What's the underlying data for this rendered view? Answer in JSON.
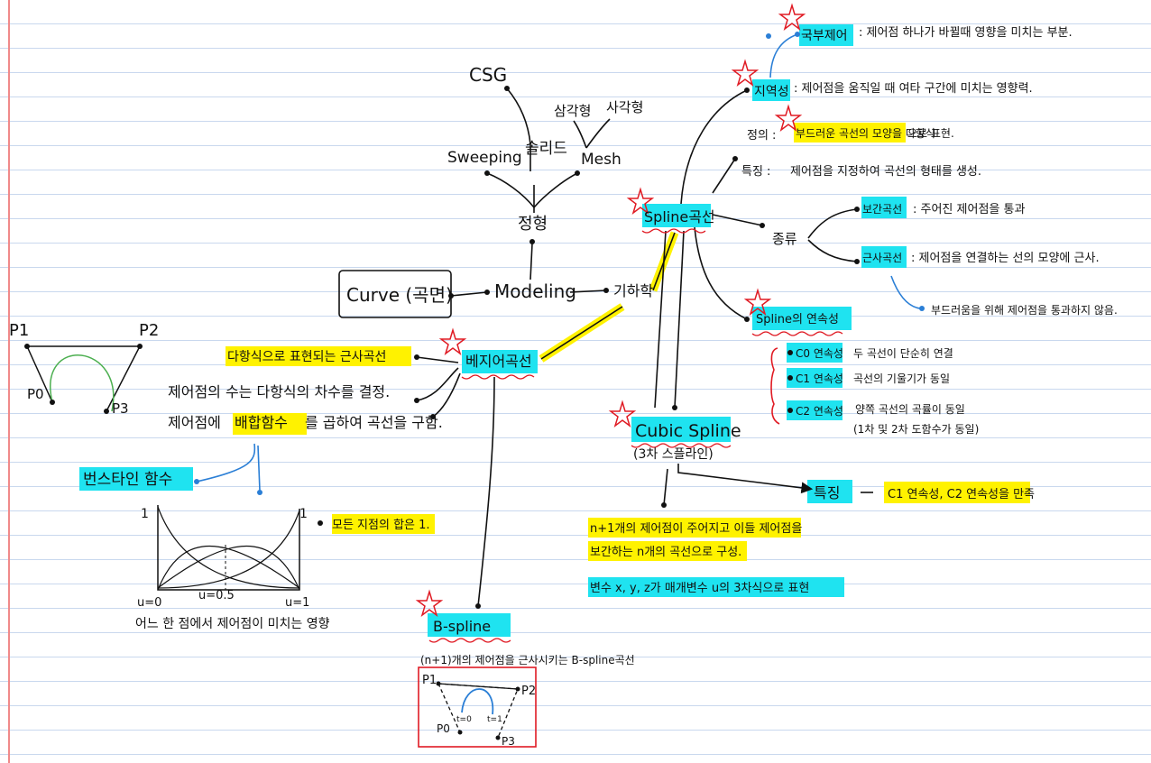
{
  "colors": {
    "ink": "#111111",
    "highlight_cyan": "#1fe3f0",
    "highlight_yellow": "#fff200",
    "star_red": "#e01b24",
    "arrow_blue": "#2b7fd6",
    "box_red": "#e01b24",
    "curve_green": "#4caf50",
    "margin_red": "#f08a8a",
    "rule_blue": "#c9d8ee"
  },
  "center": {
    "modeling": "Modeling",
    "geometry": "기하학"
  },
  "left": {
    "curve_box": "Curve (곡면)",
    "solid": "정형",
    "sweeping": "Sweeping",
    "solid_sub": "솔리드",
    "mesh": "Mesh",
    "csg": "CSG",
    "triangle": "삼각형",
    "quad": "사각형"
  },
  "bezier": {
    "title": "베지어곡선",
    "desc1": "다항식으로 표현되는 근사곡선",
    "desc2": "제어점의 수는 다항식의 차수를 결정.",
    "desc3_pre": "제어점에",
    "desc3_hl": "배합함수",
    "desc3_post": "를 곱하여 곡선을 구함.",
    "bernstein": "번스타인 함수",
    "blend_note": "모든 지점의 합은 1.",
    "graph_caption": "어느 한 점에서 제어점이 미치는 영향",
    "u0": "u=0",
    "u05": "u=0.5",
    "u1": "u=1",
    "y_top_left": "1",
    "y_top_right": "1",
    "p0": "P0",
    "p1": "P1",
    "p2": "P2",
    "p3": "P3"
  },
  "spline": {
    "title": "Spline곡선",
    "local_control": "국부제어",
    "local_control_desc": ": 제어점 하나가 바뀔때 영향을 미치는 부분.",
    "locality": "지역성",
    "locality_desc": ": 제어점을 움직일 때 여타 구간에 미치는 영향력.",
    "def_label": "정의 :",
    "def_hl": "부드러운 곡선의 모양을 다항식",
    "def_post": "으로 표현.",
    "feature_label": "특징 :",
    "feature_desc": "제어점을 지정하여 곡선의 형태를 생성.",
    "kinds": "종류",
    "interp": "보간곡선",
    "interp_desc": ": 주어진 제어점을 통과",
    "approx": "근사곡선",
    "approx_desc": ": 제어점을 연결하는 선의 모양에 근사.",
    "approx_note": "부드러움을 위해 제어점을 통과하지 않음.",
    "continuity": "Spline의 연속성",
    "c0": "C0 연속성",
    "c0_desc": "두 곡선이 단순히 연결",
    "c1": "C1 연속성",
    "c1_desc": "곡선의 기울기가 동일",
    "c2": "C2 연속성",
    "c2_desc": "양쪽 곡선의 곡률이 동일",
    "c2_desc2": "(1차 및 2차 도함수가 동일)"
  },
  "cubic": {
    "title": "Cubic Spline",
    "subtitle": "(3차 스플라인)",
    "feature": "특징",
    "feature_desc": "C1 연속성, C2 연속성을 만족",
    "desc1": "n+1개의 제어점이 주어지고 이들 제어점을",
    "desc2_hl": "보간하는 n개의 곡선으로 구성.",
    "desc3": "변수 x, y, z가 매개변수 u의 3차식으로 표현"
  },
  "bspline": {
    "title": "B-spline",
    "desc": "(n+1)개의 제어점을 근사시키는 B-spline곡선",
    "p0": "P0",
    "p1": "P1",
    "p2": "P2",
    "p3": "P3",
    "t0": "t=0",
    "t1": "t=1"
  }
}
